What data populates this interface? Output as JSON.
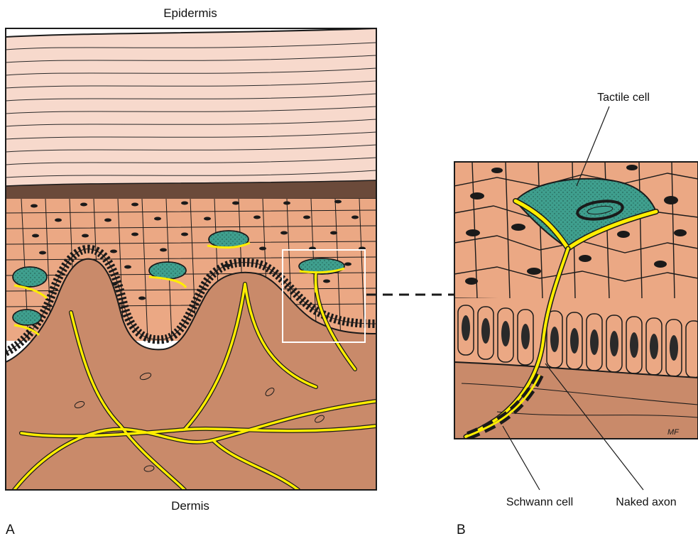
{
  "panel_a": {
    "top_label": "Epidermis",
    "bottom_label": "Dermis",
    "panel_letter": "A"
  },
  "panel_b": {
    "panel_letter": "B",
    "callouts": {
      "tactile_cell": "Tactile cell",
      "schwann_cell": "Schwann cell",
      "naked_axon": "Naked axon"
    }
  },
  "colors": {
    "stratum_corneum": "#f7d9cc",
    "epidermal_cells": "#eba884",
    "dermis": "#c98a6a",
    "tactile_cell": "#3f9f8e",
    "nerve": "#ffee00",
    "outline": "#1a1a1a"
  }
}
